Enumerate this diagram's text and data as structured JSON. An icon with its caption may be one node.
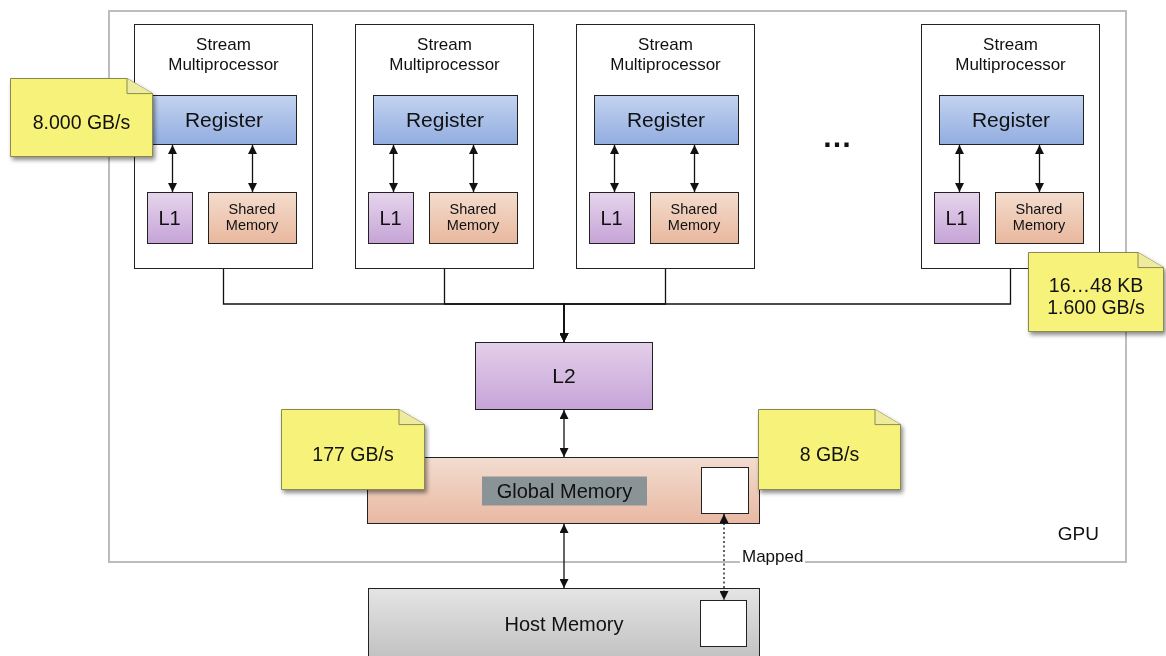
{
  "diagram": {
    "nodes": [
      {
        "text": [
          "GPU"
        ]
      },
      {
        "text": [
          "Stream Multiprocessor"
        ],
        "in": 0
      },
      {
        "text": [
          "Register"
        ],
        "in": 1
      },
      {
        "text": [
          "L1"
        ],
        "in": 1
      },
      {
        "text": [
          "Shared Memory"
        ],
        "in": 1
      },
      {
        "text": [
          "Stream Multiprocessor"
        ],
        "in": 0
      },
      {
        "text": [
          "Register"
        ],
        "in": 5
      },
      {
        "text": [
          "L1"
        ],
        "in": 5
      },
      {
        "text": [
          "Shared Memory"
        ],
        "in": 5
      },
      {
        "text": [
          "Stream Multiprocessor"
        ],
        "in": 0
      },
      {
        "text": [
          "Register"
        ],
        "in": 9
      },
      {
        "text": [
          "L1"
        ],
        "in": 9
      },
      {
        "text": [
          "Shared Memory"
        ],
        "in": 9
      },
      {
        "text": [
          "Stream Multiprocessor"
        ],
        "in": 0
      },
      {
        "text": [
          "Register"
        ],
        "in": 13
      },
      {
        "text": [
          "L1"
        ],
        "in": 13
      },
      {
        "text": [
          "Shared Memory"
        ],
        "in": 13
      },
      {
        "text": [
          "L2"
        ],
        "in": 0
      },
      {
        "text": [
          "Global Memory"
        ],
        "in": 0
      },
      {
        "text": [],
        "shape": "box",
        "in": 18
      },
      {
        "text": [
          "Host Memory"
        ]
      },
      {
        "text": [],
        "shape": "box",
        "in": 20
      },
      {
        "text": [
          "8.000 GB/s"
        ]
      },
      {
        "text": [
          "16…48 KB 1.600 GB/s"
        ]
      },
      {
        "text": [
          "177 GB/s"
        ],
        "in": 0
      },
      {
        "text": [
          "8 GB/s"
        ],
        "in": 0
      }
    ],
    "edges": [
      {
        "from": 2,
        "to": 3,
        "arrow": "both"
      },
      {
        "from": 2,
        "to": 4,
        "arrow": "both"
      },
      {
        "from": 6,
        "to": 7,
        "arrow": "both"
      },
      {
        "from": 6,
        "to": 8,
        "arrow": "both"
      },
      {
        "from": 10,
        "to": 11,
        "arrow": "both"
      },
      {
        "from": 10,
        "to": 12,
        "arrow": "both"
      },
      {
        "from": 14,
        "to": 15,
        "arrow": "both"
      },
      {
        "from": 14,
        "to": 16,
        "arrow": "both"
      },
      {
        "from": 1,
        "to": 17,
        "arrow": "to"
      },
      {
        "from": 5,
        "to": 17,
        "arrow": "to"
      },
      {
        "from": 9,
        "to": 17,
        "arrow": "to"
      },
      {
        "from": 13,
        "to": 17,
        "arrow": "to"
      },
      {
        "from": 17,
        "to": 18,
        "arrow": "both"
      },
      {
        "from": 18,
        "to": 20,
        "arrow": "both"
      },
      {
        "from": 19,
        "to": 21,
        "arrow": "both",
        "style": "dashed",
        "label": "Mapped"
      }
    ],
    "labels": [
      "…"
    ]
  }
}
